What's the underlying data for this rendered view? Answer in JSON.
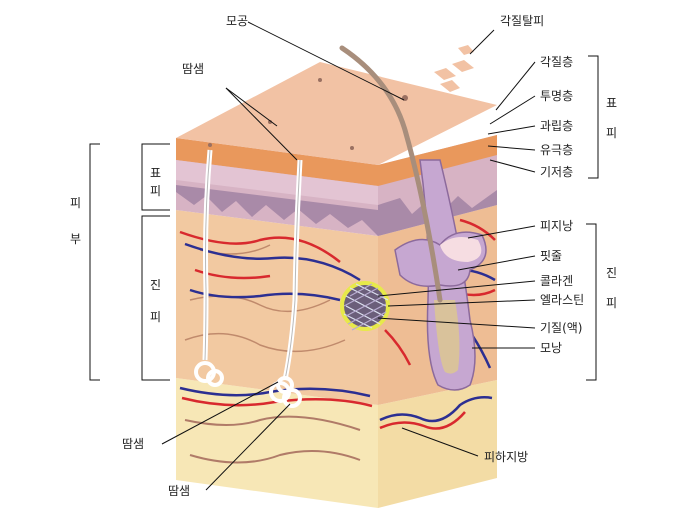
{
  "labels": {
    "pore": "모공",
    "sweat_gland_top": "땀샘",
    "sweat_gland_bottom_1": "땀샘",
    "sweat_gland_bottom_2": "땀샘",
    "desquamation": "각질탈피",
    "stratum_corneum": "각질층",
    "stratum_lucidum": "투명층",
    "stratum_granulosum": "과립층",
    "stratum_spinosum": "유극층",
    "stratum_basale": "기저층",
    "sebaceous_gland": "피지낭",
    "blood_vessel": "핏줄",
    "collagen": "콜라겐",
    "elastin": "엘라스틴",
    "ground_substance": "기질(액)",
    "hair_follicle": "모낭",
    "subcutaneous_fat": "피하지방"
  },
  "brackets": {
    "skin_1": "피",
    "skin_2": "부",
    "epidermis_left_1": "표",
    "epidermis_left_2": "피",
    "dermis_left_1": "진",
    "dermis_left_2": "피",
    "epidermis_right_1": "표",
    "epidermis_right_2": "피",
    "dermis_right_1": "진",
    "dermis_right_2": "피"
  },
  "colors": {
    "epidermis_top": "#f2c2a4",
    "epidermis_front": "#ec9f6e",
    "basal_layer": "#a98aa8",
    "dermis": "#f2c9a1",
    "subcutaneous": "#f7e7b6",
    "artery": "#d8292e",
    "vein": "#2c2f92",
    "hair": "#a88e7c",
    "follicle": "#c6a7d1"
  }
}
